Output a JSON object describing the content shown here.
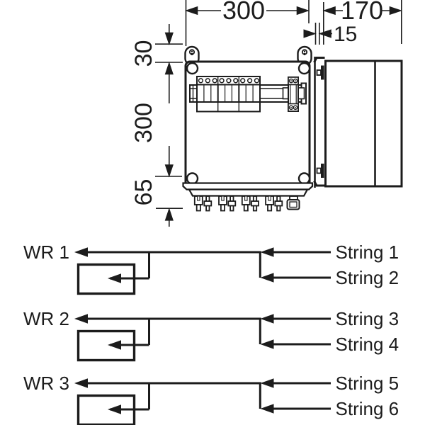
{
  "dimensions": {
    "width": "300",
    "depth": "170",
    "wall_offset": "15",
    "ear_offset": "30",
    "height": "300",
    "gland_depth": "65"
  },
  "schematic": {
    "groups": [
      {
        "inverter": "WR 1",
        "string_a": "String 1",
        "string_b": "String 2"
      },
      {
        "inverter": "WR 2",
        "string_a": "String 3",
        "string_b": "String 4"
      },
      {
        "inverter": "WR 3",
        "string_a": "String 5",
        "string_b": "String 6"
      }
    ]
  },
  "colors": {
    "ink": "#1c1c1c",
    "background": "#ffffff"
  }
}
